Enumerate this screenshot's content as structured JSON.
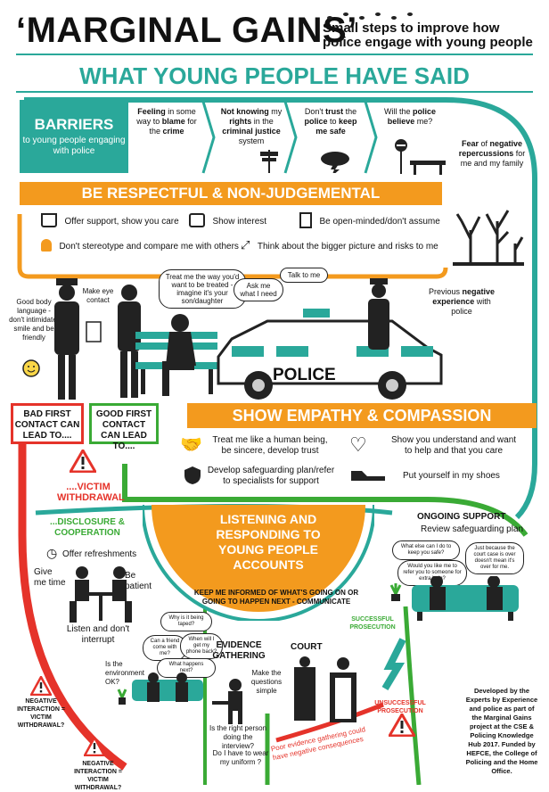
{
  "header": {
    "title": "‘MARGINAL GAINS’",
    "subtitle": "Small steps to improve how police engage with young people",
    "main_heading": "WHAT YOUNG PEOPLE HAVE SAID"
  },
  "barriers": {
    "title": "BARRIERS",
    "subtitle": "to young people engaging with police",
    "items": [
      {
        "pre": "",
        "bold": "Feeling",
        "post": " in some way to ",
        "bold2": "blame",
        "post2": " for the ",
        "bold3": "crime"
      },
      {
        "pre": "",
        "bold": "Not knowing",
        "post": " my ",
        "bold2": "rights",
        "post2": " in the ",
        "bold3": "criminal justice",
        "post3": " system"
      },
      {
        "pre": "Don't ",
        "bold": "trust",
        "post": " the ",
        "bold2": "police",
        "post2": " to ",
        "bold3": "keep me safe"
      },
      {
        "pre": "Will the ",
        "bold": "police",
        "post": " ",
        "bold2": "believe",
        "post2": " me?"
      }
    ],
    "fear": {
      "bold": "Fear",
      "post": " of ",
      "bold2": "negative repercussions",
      "post2": " for me and my family"
    },
    "previous": {
      "pre": "Previous ",
      "bold": "negative experience",
      "post": " with police"
    }
  },
  "respectful": {
    "title": "BE RESPECTFUL & NON-JUDGEMENTAL",
    "items": [
      {
        "text": "Offer support, show you care",
        "icon": "mug-icon"
      },
      {
        "text": "Show interest",
        "icon": "speech-icon"
      },
      {
        "text": "Be open-minded/don't assume",
        "icon": "door-icon"
      },
      {
        "text": "Don't stereotype and compare me with others",
        "bold": "Don't stereotype",
        "icon": "person-icon"
      },
      {
        "text": "Think about the bigger picture and risks to me",
        "icon": "expand-icon"
      }
    ]
  },
  "scene": {
    "body_language": "Good body language - don't intimidate, smile and be friendly",
    "eye_contact": "Make eye contact",
    "bubble_treat": "Treat me the way you'd want to be treated - imagine it's your son/daughter",
    "bubble_ask": "Ask me what I need",
    "bubble_talk": "Talk to me",
    "police_car": "POLICE"
  },
  "contact": {
    "bad": "BAD FIRST CONTACT CAN LEAD TO....",
    "good": "GOOD FIRST CONTACT CAN LEAD TO....",
    "victim_withdrawal": "....VICTIM WITHDRAWAL",
    "disclosure": "...DISCLOSURE & COOPERATION"
  },
  "empathy": {
    "title": "SHOW EMPATHY & COMPASSION",
    "items": [
      {
        "text": "Treat me like a human being, be sincere, develop trust",
        "icon": "handshake-icon"
      },
      {
        "text": "Show you understand and want to help and that you care",
        "icon": "heart-icon"
      },
      {
        "text": "Develop safeguarding plan/refer to specialists for support",
        "icon": "shield-icon"
      },
      {
        "text": "Put yourself in my shoes",
        "icon": "shoes-icon"
      }
    ]
  },
  "listening": {
    "title": "LISTENING AND RESPONDING TO YOUNG PEOPLE ACCOUNTS",
    "arc_text": "KEEP ME INFORMED OF WHAT'S GOING ON OR GOING TO HAPPEN NEXT - COMMUNICATE"
  },
  "disclosure_section": {
    "offer_refreshments": "Offer refreshments",
    "give_me_time": "Give me time",
    "be_patient": "Be patient",
    "listen": "Listen and don't interrupt"
  },
  "ongoing": {
    "title": "ONGOING SUPPORT",
    "subtitle": "Review safeguarding plan",
    "bubbles": [
      "What else can I do to keep you safe?",
      "Would you like me to refer you to someone for extra help?",
      "Just because the court case is over doesn't mean it's over for me."
    ]
  },
  "evidence": {
    "title": "EVIDENCE GATHERING",
    "bubbles": [
      "Why is it being taped?",
      "Can a friend come with me?",
      "When will I get my phone back?",
      "What happens next?"
    ],
    "environment": "Is the environment OK?",
    "questions": "Make the questions simple",
    "right_person": "Is the right person doing the interview?",
    "uniform": "Do I have to wear my uniform ?"
  },
  "court": {
    "title": "COURT",
    "successful": "SUCCESSFUL PROSECUTION",
    "unsuccessful": "UNSUCCESSFUL PROSECUTION",
    "poor_evidence": "Poor evidence gathering could have negative consequences"
  },
  "negative": {
    "label1": "NEGATIVE INTERACTION = VICTIM WITHDRAWAL?",
    "label2": "NEGATIVE INTERACTION = VICTIM WITHDRAWAL?"
  },
  "credits": {
    "text": "Developed by the Experts by Experience and police as part of the Marginal Gains project at the CSE & Policing Knowledge Hub 2017. Funded by HEFCE, the College of Policing and the Home Office."
  },
  "colors": {
    "teal": "#2aa89a",
    "orange": "#f39a1e",
    "red": "#e5332a",
    "green": "#3aaa35"
  }
}
